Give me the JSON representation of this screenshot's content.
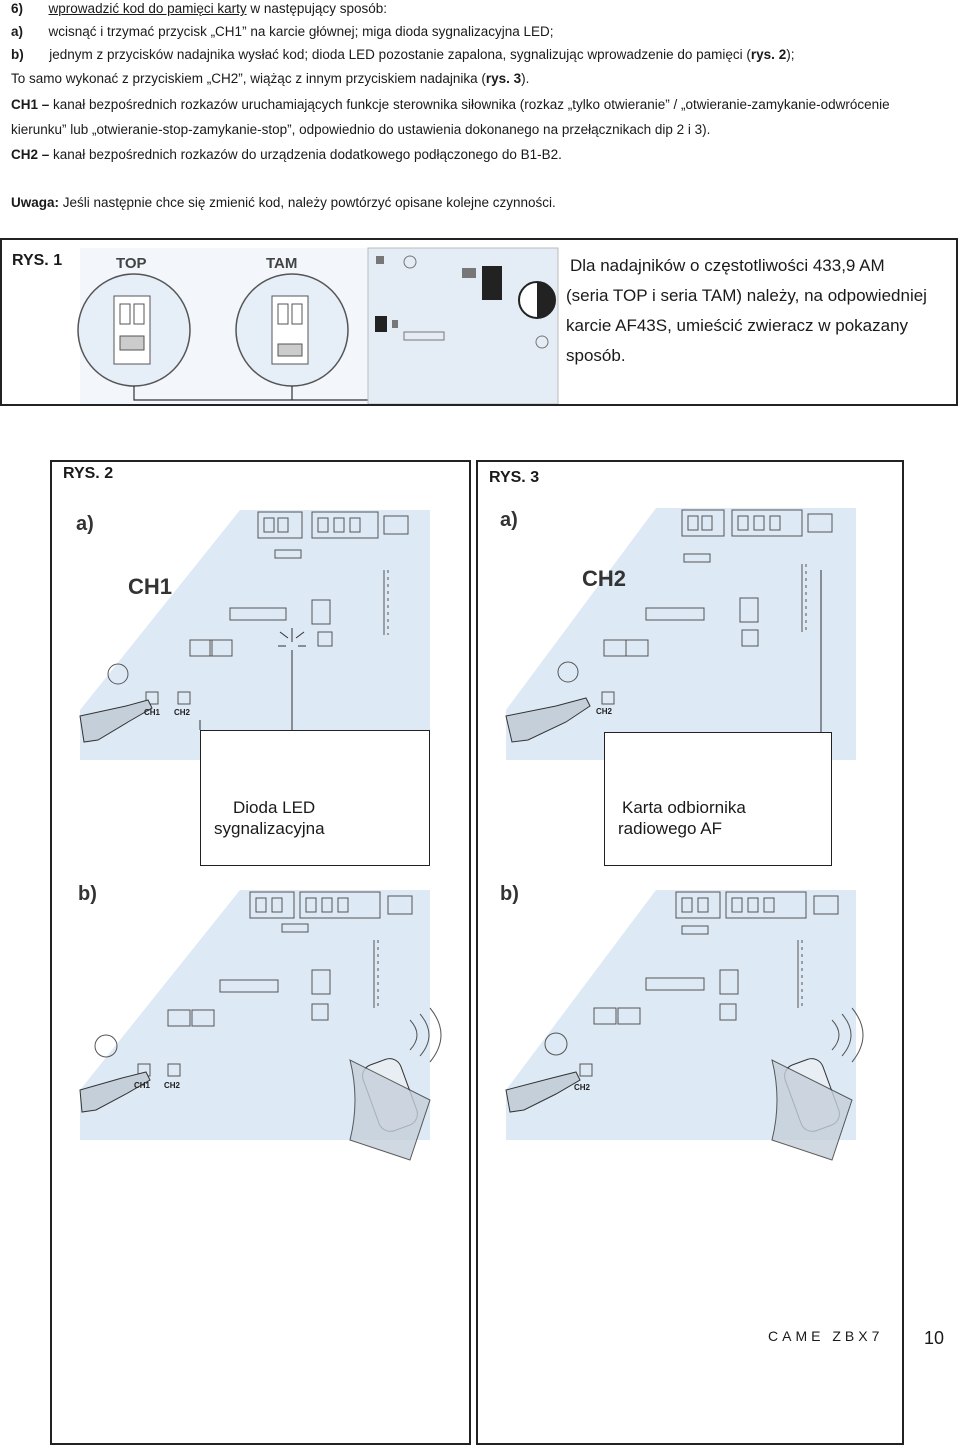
{
  "header": {
    "step_marker": "6)",
    "step_text_underlined": "wprowadzić kod do pamięci karty",
    "step_text_rest": " w następujący sposób:"
  },
  "instructions": [
    {
      "marker": "a)",
      "text": "wcisnąć i trzymać przycisk „CH1” na karcie głównej; miga dioda sygnalizacyjna LED;"
    },
    {
      "marker": "b)",
      "text_before": "jednym z przycisków nadajnika wysłać kod; dioda LED pozostanie zapalona, sygnalizując wprowadzenie do pamięci (",
      "ref": "rys.",
      "ref_num": " 2",
      "text_after": ");"
    }
  ],
  "same_line": {
    "text_before": "To samo wykonać z przyciskiem „CH2”, wiążąc z innym przyciskiem nadajnika (",
    "ref": "rys. 3",
    "text_after": ")."
  },
  "ch1": {
    "term": "CH1 –",
    "line1": " kanał bezpośrednich rozkazów uruchamiających funkcje sterownika siłownika (rozkaz „tylko otwieranie” / „otwieranie-zamykanie-odwrócenie",
    "line2": "kierunku” lub „otwieranie-stop-zamykanie-stop”, odpowiednio do ustawienia dokonanego na przełącznikach dip 2 i 3)."
  },
  "ch2": {
    "term": "CH2 –",
    "text": " kanał bezpośrednich rozkazów do urządzenia dodatkowego podłączonego do B1-B2."
  },
  "note": {
    "label": "Uwaga:",
    "text": " Jeśli następnie chce się zmienić kod, należy powtórzyć opisane kolejne czynności."
  },
  "fig1": {
    "label": "RYS. 1",
    "top_label": "TOP",
    "tam_label": "TAM",
    "description_lines": [
      "Dla nadajników o częstotliwości 433,9 AM",
      "(seria TOP i seria TAM) należy, na odpowiedniej",
      "karcie AF43S, umieścić zwieracz w pokazany",
      "sposób."
    ]
  },
  "fig2": {
    "label": "RYS. 2",
    "part_a": "a)",
    "part_b": "b)",
    "channel_label": "CH1",
    "button_ch1": "CH1",
    "button_ch2": "CH2",
    "callout_lines": [
      "Dioda LED",
      "sygnalizacyjna"
    ]
  },
  "fig3": {
    "label": "RYS. 3",
    "part_a": "a)",
    "part_b": "b)",
    "channel_label": "CH2",
    "button_ch2": "CH2",
    "callout_lines": [
      "Karta odbiornika",
      "radiowego AF"
    ]
  },
  "footer": {
    "model": "CAME ZBX7",
    "page": "10"
  },
  "colors": {
    "board_fill": "#dde9f4",
    "text": "#1a1a1a",
    "frame": "#222222"
  }
}
